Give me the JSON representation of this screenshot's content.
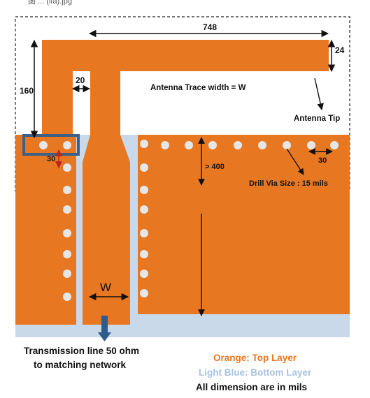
{
  "header": {
    "caption": "图 ... (ifa).jpg"
  },
  "dimensions": {
    "total_length": "748",
    "tip_height": "24",
    "arm_height": "160",
    "gap_width": "20",
    "via_pitch_vertical": "30",
    "via_pitch_horizontal": "30",
    "ground_clearance": "> 400",
    "trace_width_symbol": "W"
  },
  "labels": {
    "trace_width": "Antenna Trace width = W",
    "antenna_tip": "Antenna Tip",
    "drill_via": "Drill Via Size : 15 mils",
    "transmission_line_1": "Transmission line 50 ohm",
    "transmission_line_2": "to matching network"
  },
  "legend": {
    "top_layer": "Orange: Top Layer",
    "bottom_layer": "Light Blue: Bottom Layer",
    "units": "All dimension are in mils"
  },
  "colors": {
    "top_layer": "#E87722",
    "bottom_layer": "#C9D9EA",
    "via": "#E6E6E6",
    "highlight_box": "#3E6086",
    "feed_arrow": "#2F5C8C",
    "legend_orange": "#E87722",
    "legend_blue": "#A9C2DE",
    "ink": "#111111"
  }
}
